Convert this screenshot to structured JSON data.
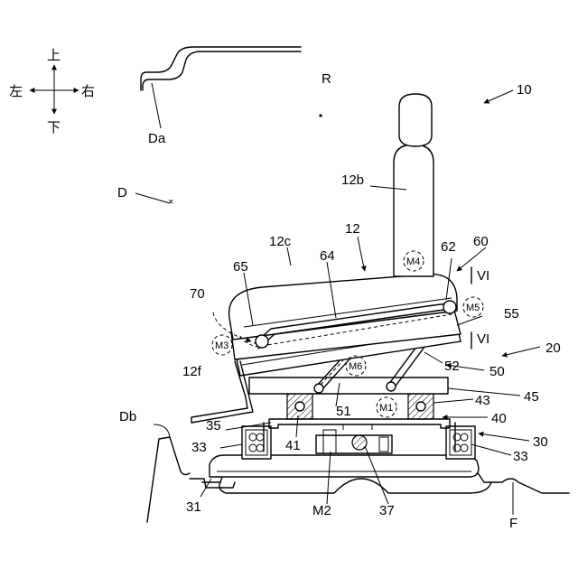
{
  "directions": {
    "up": "上",
    "down": "下",
    "left": "左",
    "right": "右"
  },
  "labels": {
    "l10": "10",
    "lR": "R",
    "lDa": "Da",
    "lD": "D",
    "l12b": "12b",
    "l12": "12",
    "l12c": "12c",
    "l60": "60",
    "l64": "64",
    "l65": "65",
    "l62": "62",
    "lVI_top": "VI",
    "l70": "70",
    "lM4": "M4",
    "lM5": "M5",
    "l55": "55",
    "lM3": "M3",
    "lVI_bot": "VI",
    "l20": "20",
    "lM6": "M6",
    "l52": "52",
    "l50": "50",
    "l12f": "12f",
    "l45": "45",
    "l43": "43",
    "lM1": "M1",
    "l51": "51",
    "lDb": "Db",
    "l40": "40",
    "l35": "35",
    "l30": "30",
    "l33L": "33",
    "l41": "41",
    "l33R": "33",
    "l31": "31",
    "lM2": "M2",
    "l37": "37",
    "lF": "F"
  }
}
